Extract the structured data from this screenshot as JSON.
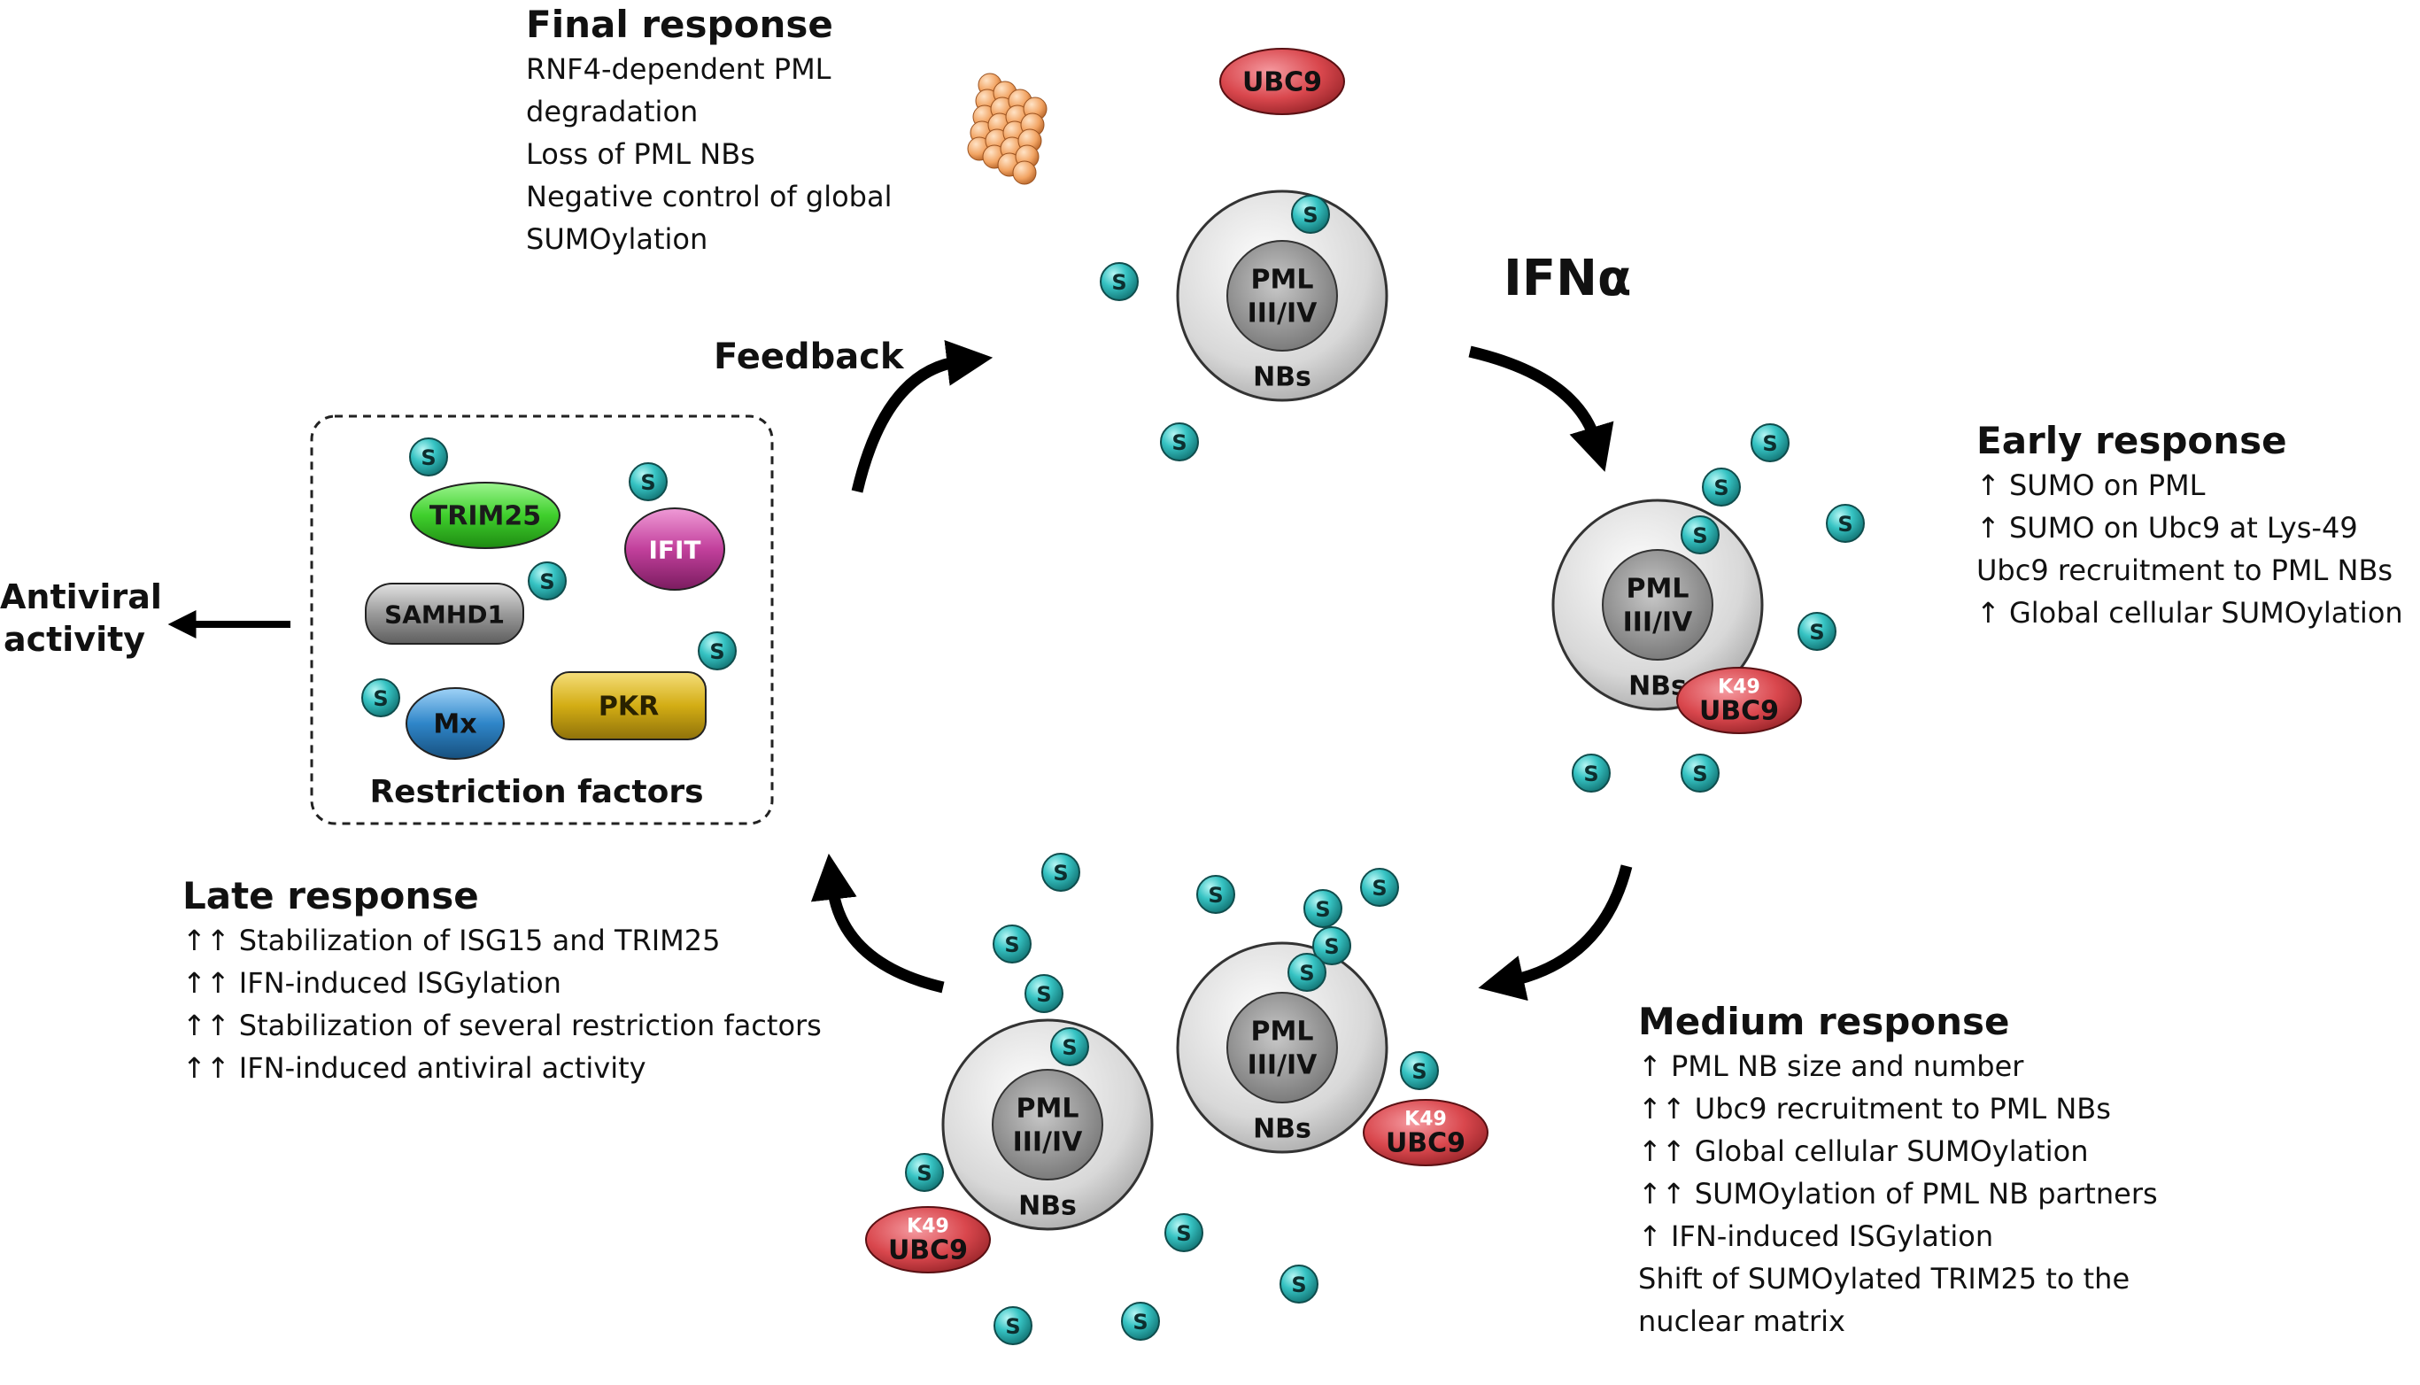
{
  "title": "IFNα",
  "feedback": "Feedback",
  "antiviral": [
    "Antiviral",
    "activity"
  ],
  "restriction": {
    "label": "Restriction factors",
    "factors": [
      "TRIM25",
      "IFIT",
      "SAMHD1",
      "Mx",
      "PKR"
    ]
  },
  "sumo_label": "S",
  "pml_label": [
    "PML",
    "III/IV"
  ],
  "nb_label": "NBs",
  "ubc9_label": "UBC9",
  "k49_label": "K49",
  "panels": {
    "final": {
      "title": "Final response",
      "lines": [
        "RNF4-dependent PML",
        "degradation",
        "Loss of PML NBs",
        "Negative control of global",
        "SUMOylation"
      ]
    },
    "early": {
      "title": "Early response",
      "lines": [
        "↑ SUMO on PML",
        "↑ SUMO on Ubc9 at Lys-49",
        "Ubc9 recruitment to PML NBs",
        "↑ Global cellular SUMOylation"
      ]
    },
    "medium": {
      "title": "Medium response",
      "lines": [
        "↑ PML NB size and number",
        "↑↑ Ubc9 recruitment to PML NBs",
        "↑↑ Global cellular SUMOylation",
        "↑↑ SUMOylation of PML NB partners",
        "↑ IFN-induced ISGylation",
        "Shift of SUMOylated TRIM25 to the",
        "nuclear matrix"
      ]
    },
    "late": {
      "title": "Late response",
      "lines": [
        "↑↑ Stabilization of ISG15 and TRIM25",
        "↑↑ IFN-induced ISGylation",
        "↑↑ Stabilization of several restriction factors",
        "↑↑ IFN-induced antiviral activity"
      ]
    }
  },
  "colors": {
    "sumo": "#29b6b6",
    "ubc9": "#d9474d",
    "trim25": "#3fcf2c",
    "ifit": "#c2409c",
    "samhd1": "#9a9a9a",
    "mx": "#2f86c9",
    "pkr": "#d3ad14",
    "proteasome": "#f2a463"
  }
}
